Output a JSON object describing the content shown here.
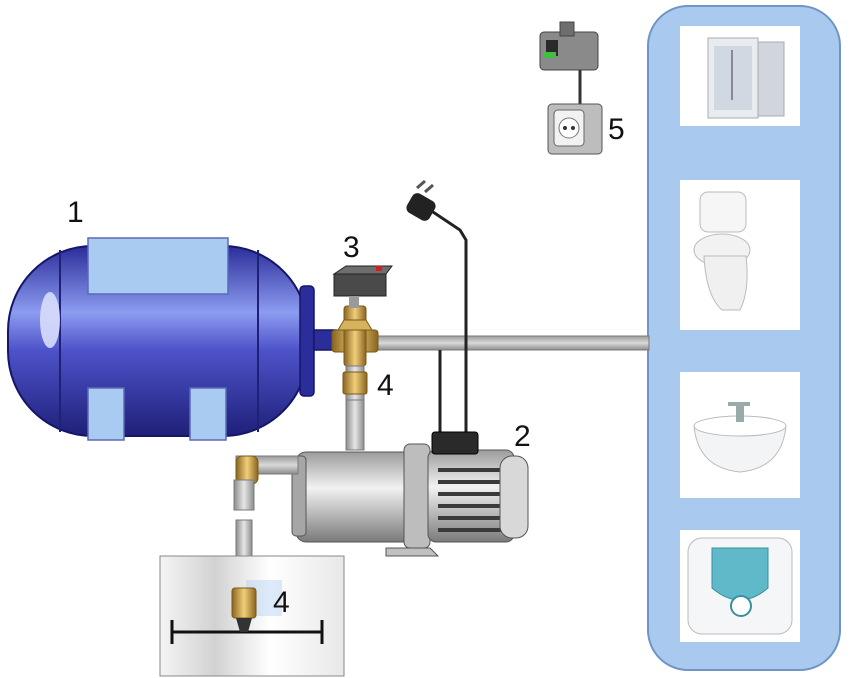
{
  "labels": {
    "tank": "1",
    "pump": "2",
    "pressure_switch": "3",
    "check_valve_upper": "4",
    "check_valve_lower": "4",
    "socket_breaker": "5"
  },
  "colors": {
    "tank": "#3d3fb8",
    "tank_highlight": "#8c9cf0",
    "pipe": "#b3b3b3",
    "brass": "#c8a050",
    "consumer_panel": "#a9c9ef",
    "consumer_panel_border": "#6e95c6",
    "well_water": "#cfe5f7"
  },
  "consumers": [
    {
      "icon": "shower-cabin-icon"
    },
    {
      "icon": "toilet-icon"
    },
    {
      "icon": "washbasin-icon"
    },
    {
      "icon": "water-heater-icon"
    }
  ]
}
